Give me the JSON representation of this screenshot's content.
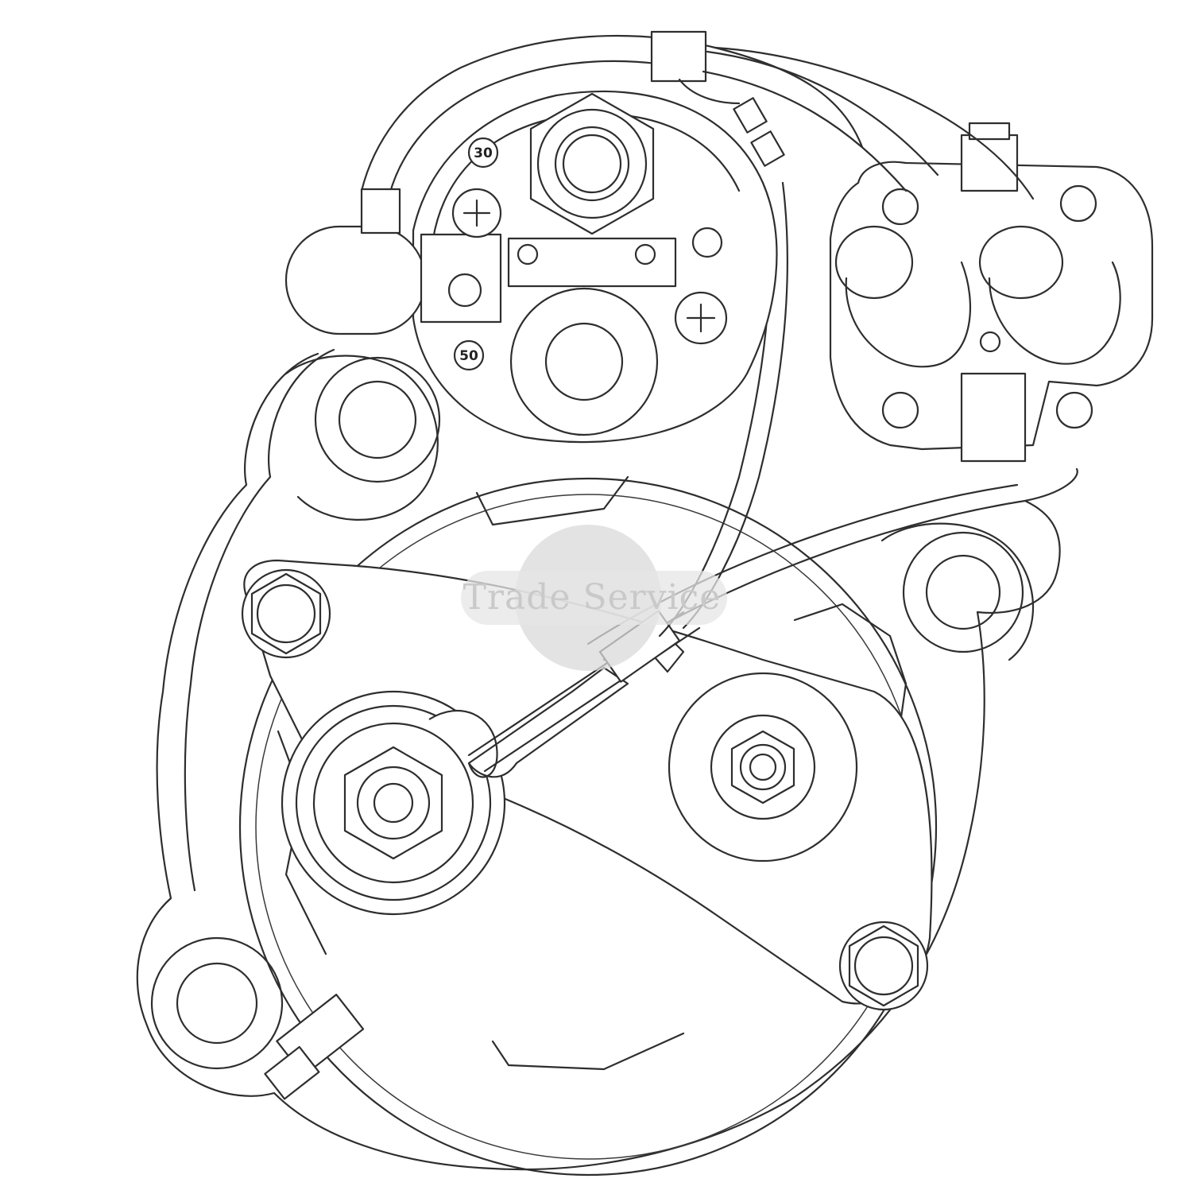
{
  "diagram": {
    "terminal_labels": {
      "t30": "30",
      "t50": "50"
    },
    "watermark": {
      "text": "Trade Service"
    }
  }
}
